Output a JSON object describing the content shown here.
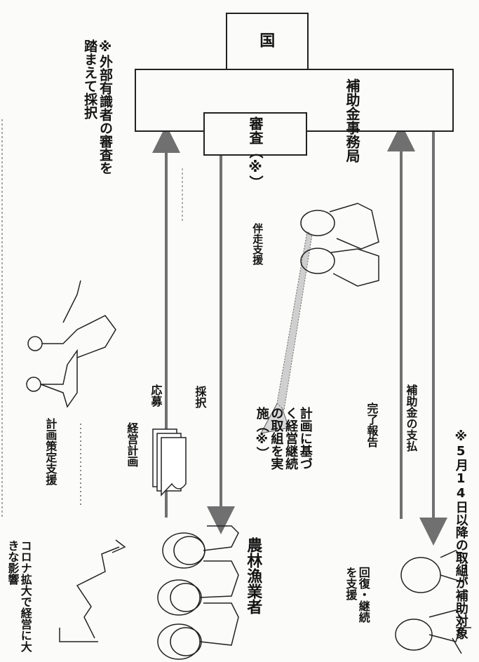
{
  "boxes": {
    "kuni": "国",
    "jimukyoku": "補助金事務局",
    "shinsa": "審査（※）"
  },
  "notes": {
    "gaibu": "※外部有識者の審査を踏まえて採択",
    "date_note": "※5月14日以降の取組が補助対象"
  },
  "labels": {
    "corona": "コロナ拡大で経営に大きな影響",
    "keikaku_sakutei": "計画策定支援",
    "keiei_keikaku": "経営計画",
    "oubo": "応募",
    "saitaku": "採択",
    "jisshi": "計画に基づく経営継続の取組を実施（※）",
    "bansou": "伴走支援",
    "kanryo": "完了報告",
    "shiharai": "補助金の支払",
    "noringyo": "農林漁業者",
    "kaifuku": "回復・継続を支援"
  },
  "colors": {
    "line": "#222222",
    "arrow": "#707070"
  }
}
